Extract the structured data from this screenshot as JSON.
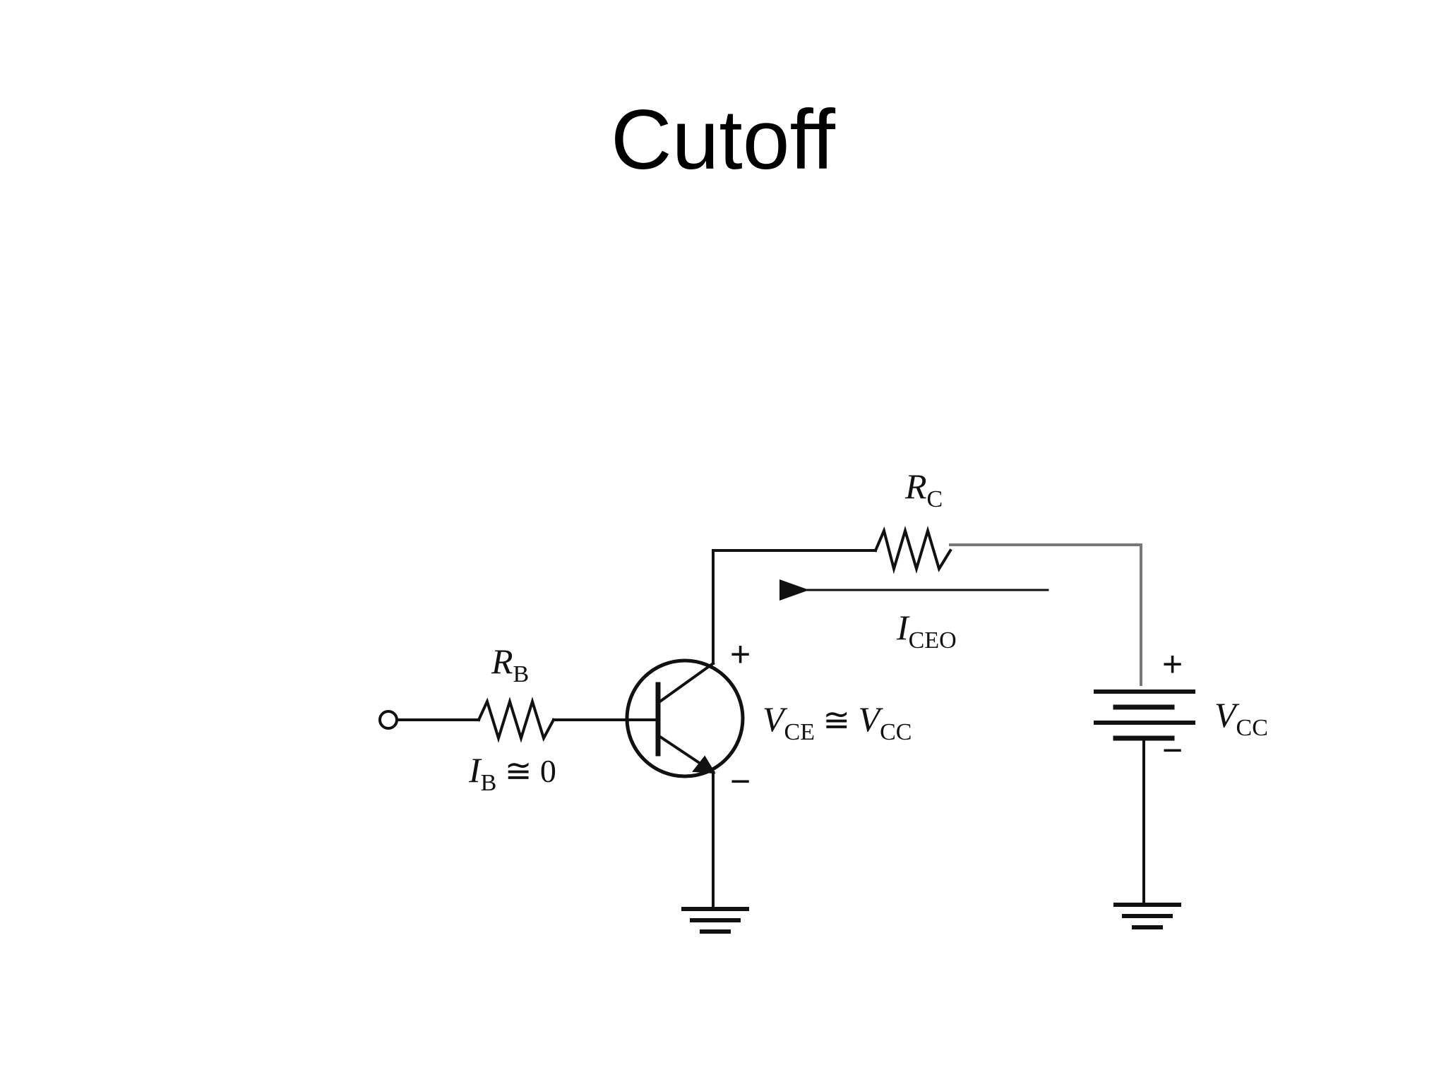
{
  "slide": {
    "title": "Cutoff"
  },
  "circuit": {
    "rc_label": {
      "main": "R",
      "sub": "C"
    },
    "rb_label": {
      "main": "R",
      "sub": "B"
    },
    "iceo_label": {
      "main": "I",
      "sub": "CEO"
    },
    "ib_label": {
      "main": "I",
      "sub": "B",
      "rest": " ≅ 0"
    },
    "vce_label": {
      "main": "V",
      "sub": "CE",
      "rest": " ≅ ",
      "main2": "V",
      "sub2": "CC"
    },
    "vcc_label": {
      "main": "V",
      "sub": "CC"
    },
    "transistor_plus": "+",
    "transistor_minus": "−",
    "battery_plus": "+",
    "battery_minus": "−"
  }
}
